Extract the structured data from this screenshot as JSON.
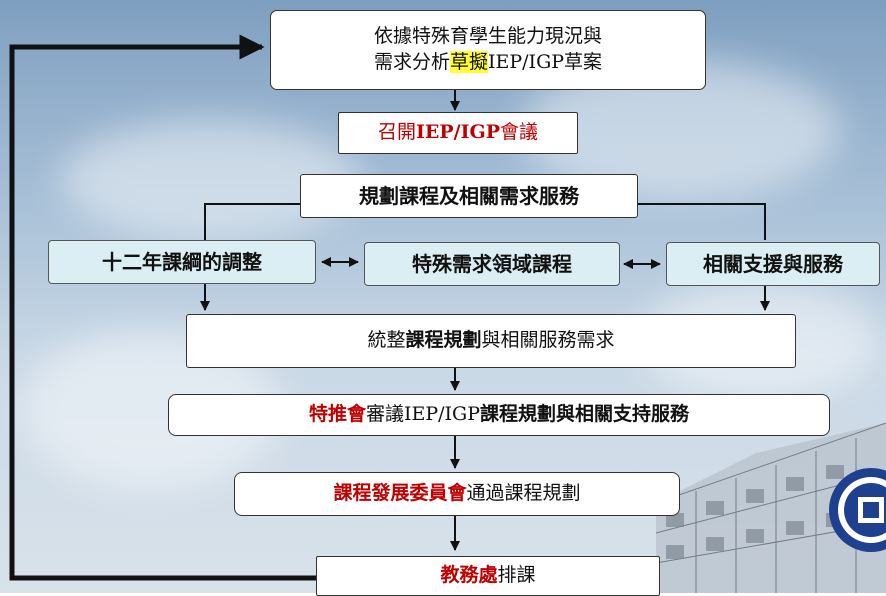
{
  "boxes": {
    "step1": {
      "line1": "依據特殊育學生能力現況與",
      "line2_a": "需求分析",
      "line2_highlight": "草擬",
      "line2_b": "IEP/IGP草案"
    },
    "step2": {
      "a": "召開",
      "b": "IEP/IGP",
      "c": "會議"
    },
    "step3": {
      "label": "規劃課程及相關需求服務"
    },
    "branch_left": {
      "label": "十二年課綱的調整"
    },
    "branch_mid": {
      "label": "特殊需求領域課程"
    },
    "branch_right": {
      "label": "相關支援與服務"
    },
    "step4": {
      "a": "統整",
      "b": "課程規劃",
      "c": "與相關服務需求"
    },
    "step5": {
      "a": "特推會",
      "b": "審議IEP/IGP",
      "c": "課程規劃與相關支持服務"
    },
    "step6": {
      "a": "課程發展委員會",
      "b": "通過課程規劃"
    },
    "step7": {
      "a": "教務處",
      "b": "排課"
    }
  },
  "colors": {
    "accent_red": "#c00000",
    "highlight": "#ffff33",
    "teal_box": "#dbeef3",
    "arrow": "#111111"
  }
}
